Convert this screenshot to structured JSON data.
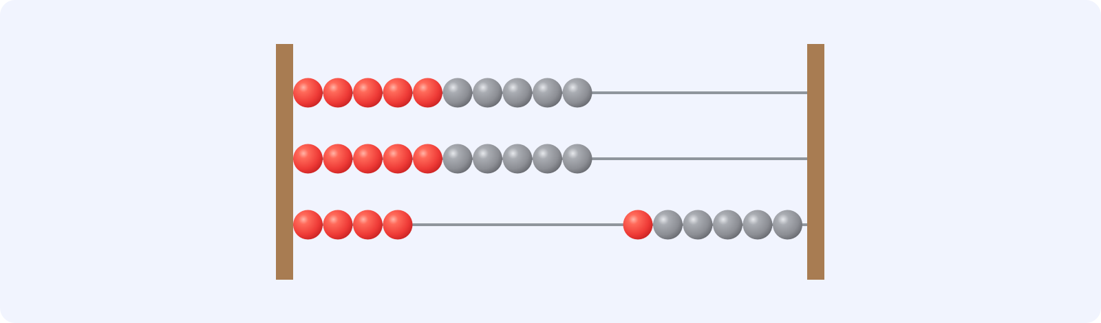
{
  "colors": {
    "background": "#F1F4FE",
    "frame": "#A87C52",
    "rod": "#8F959C",
    "bead_red": "#EE3E3C",
    "bead_gray": "#8E9095"
  },
  "abacus": {
    "rows": [
      {
        "left": [
          "red",
          "red",
          "red",
          "red",
          "red",
          "gray",
          "gray",
          "gray",
          "gray",
          "gray"
        ],
        "right": []
      },
      {
        "left": [
          "red",
          "red",
          "red",
          "red",
          "red",
          "gray",
          "gray",
          "gray",
          "gray",
          "gray"
        ],
        "right": []
      },
      {
        "left": [
          "red",
          "red",
          "red",
          "red"
        ],
        "right": [
          "red",
          "gray",
          "gray",
          "gray",
          "gray",
          "gray"
        ]
      }
    ]
  }
}
